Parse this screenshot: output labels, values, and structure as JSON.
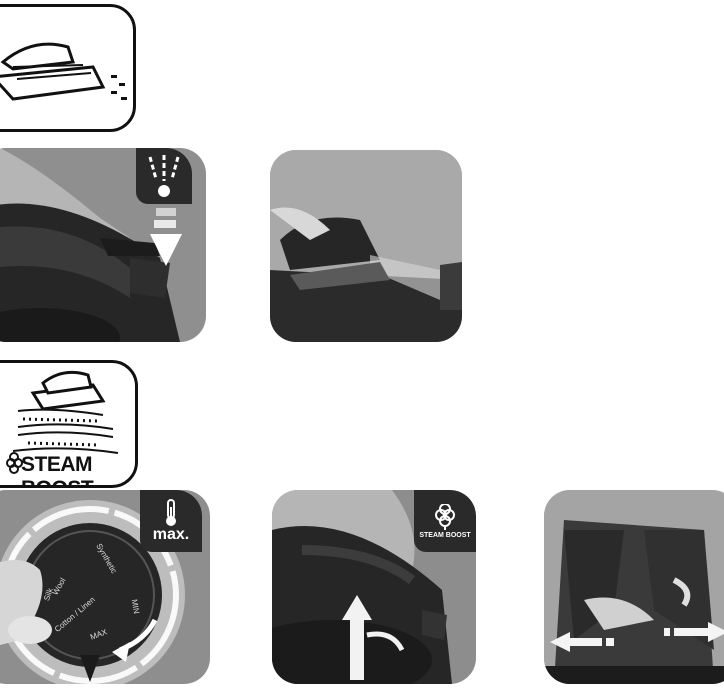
{
  "icons": {
    "steam_shot": "steam-shot-icon",
    "thermometer": "thermometer-icon",
    "steam_boost": "steam-boost-icon",
    "steam_boost_large": "steam-boost-icon"
  },
  "badge_max": {
    "label": "max."
  },
  "badge_steam_boost": {
    "label": "STEAM BOOST"
  },
  "steam_boost_box": {
    "label": "STEAM BOOST"
  },
  "dial": {
    "labels": [
      "Synthetic",
      "Silk",
      "Wool",
      "Cotton / Linen",
      "MAX",
      "MIN"
    ]
  },
  "colors": {
    "panel_gray": "#9a9a9a",
    "dark": "#2a2a2a",
    "light_steam": "#f2f2f2"
  }
}
